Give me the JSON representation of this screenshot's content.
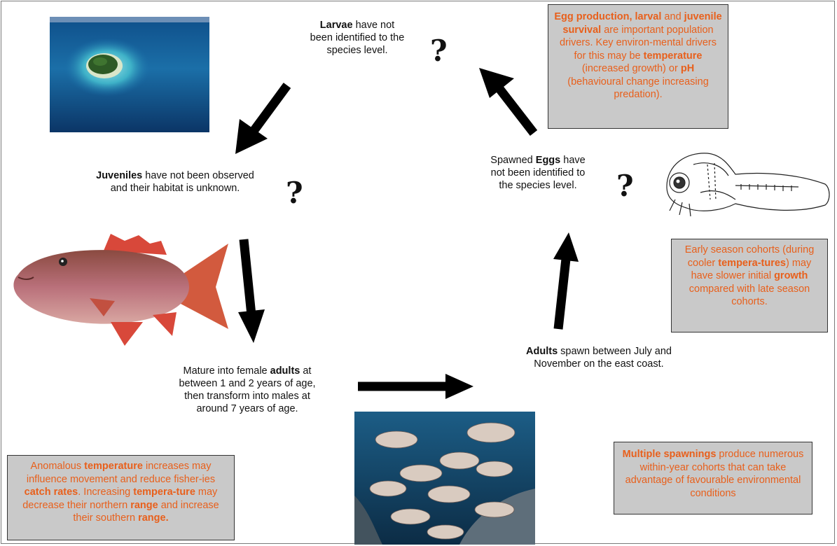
{
  "larvae": {
    "bold": "Larvae",
    "rest1": " have not",
    "line2": "been identified to the",
    "line3": "species level."
  },
  "juveniles": {
    "bold": "Juveniles",
    "rest1": " have not been observed",
    "line2": "and their habitat is unknown."
  },
  "eggs": {
    "line1a": "Spawned ",
    "bold": "Eggs",
    "line1b": " have",
    "line2": "not been identified to",
    "line3": "the species level."
  },
  "mature": {
    "line1a": "Mature into female ",
    "bold": "adults",
    "line1b": " at",
    "line2": "between 1 and 2 years of age,",
    "line3": "then transform into males at",
    "line4": "around 7 years of age."
  },
  "adults": {
    "bold": "Adults",
    "rest1": " spawn between July and",
    "line2": "November on the east coast."
  },
  "question_mark": "?",
  "box_egg": {
    "b1": "Egg production, larval",
    "t1": " and",
    "b2": "juvenile survival",
    "t2": " are important population drivers. Key environ-mental drivers for this may be ",
    "b3": "temperature",
    "t3": " (increased growth) or ",
    "b4": "pH",
    "t4": " (behavioural change increasing predation)."
  },
  "box_early": {
    "t1": "Early season cohorts (during cooler ",
    "b1": "tempera-tures",
    "t2": ") may have slower initial ",
    "b2": "growth",
    "t3": " compared with late season cohorts."
  },
  "box_anomalous": {
    "t1": "Anomalous ",
    "b1": "temperature",
    "t2": " increases may influence movement and reduce fisher-ies ",
    "b2": "catch rates",
    "t3": ". Increasing ",
    "b3": "tempera-ture",
    "t4": " may decrease their northern ",
    "b4": "range",
    "t5": " and increase their southern ",
    "b5": "range."
  },
  "box_multiple": {
    "b1": "Multiple spawnings",
    "t1": " produce numerous within-year cohorts that can take advantage of favourable environmental conditions"
  },
  "colors": {
    "box_fill": "#c9c9c9",
    "box_text": "#e8601c",
    "arrow": "#000000"
  }
}
